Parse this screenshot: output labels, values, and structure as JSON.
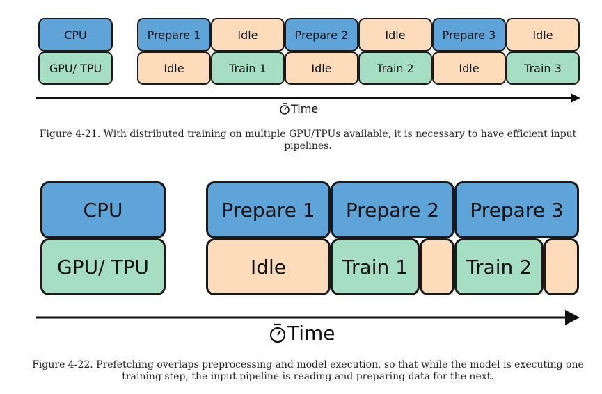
{
  "figure1": {
    "row_labels": {
      "cpu": "CPU",
      "gpu": "GPU/ TPU"
    },
    "cpu_blocks": [
      "Prepare 1",
      "Idle",
      "Prepare 2",
      "Idle",
      "Prepare 3",
      "Idle"
    ],
    "gpu_blocks": [
      "Idle",
      "Train 1",
      "Idle",
      "Train 2",
      "Idle",
      "Train 3"
    ],
    "time_label": "Time",
    "caption": "Figure 4-21. With distributed training on multiple GPU/TPUs available, it is necessary to have efficient input pipelines."
  },
  "figure2": {
    "row_labels": {
      "cpu": "CPU",
      "gpu": "GPU/ TPU"
    },
    "cpu_blocks": [
      "Prepare 1",
      "Prepare 2",
      "Prepare 3"
    ],
    "gpu_blocks": [
      "Idle",
      "Train 1",
      "",
      "Train 2",
      ""
    ],
    "time_label": "Time",
    "caption": "Figure 4-22. Prefetching overlaps preprocessing and model execution, so that while the model is executing one training step, the input pipeline is reading and preparing data for the next."
  },
  "colors": {
    "prepare": "#5fa4d8",
    "idle": "#fcdcbb",
    "train": "#a6dec3",
    "outline": "#1a1a1a"
  },
  "icons": {
    "time": "stopwatch-icon"
  }
}
